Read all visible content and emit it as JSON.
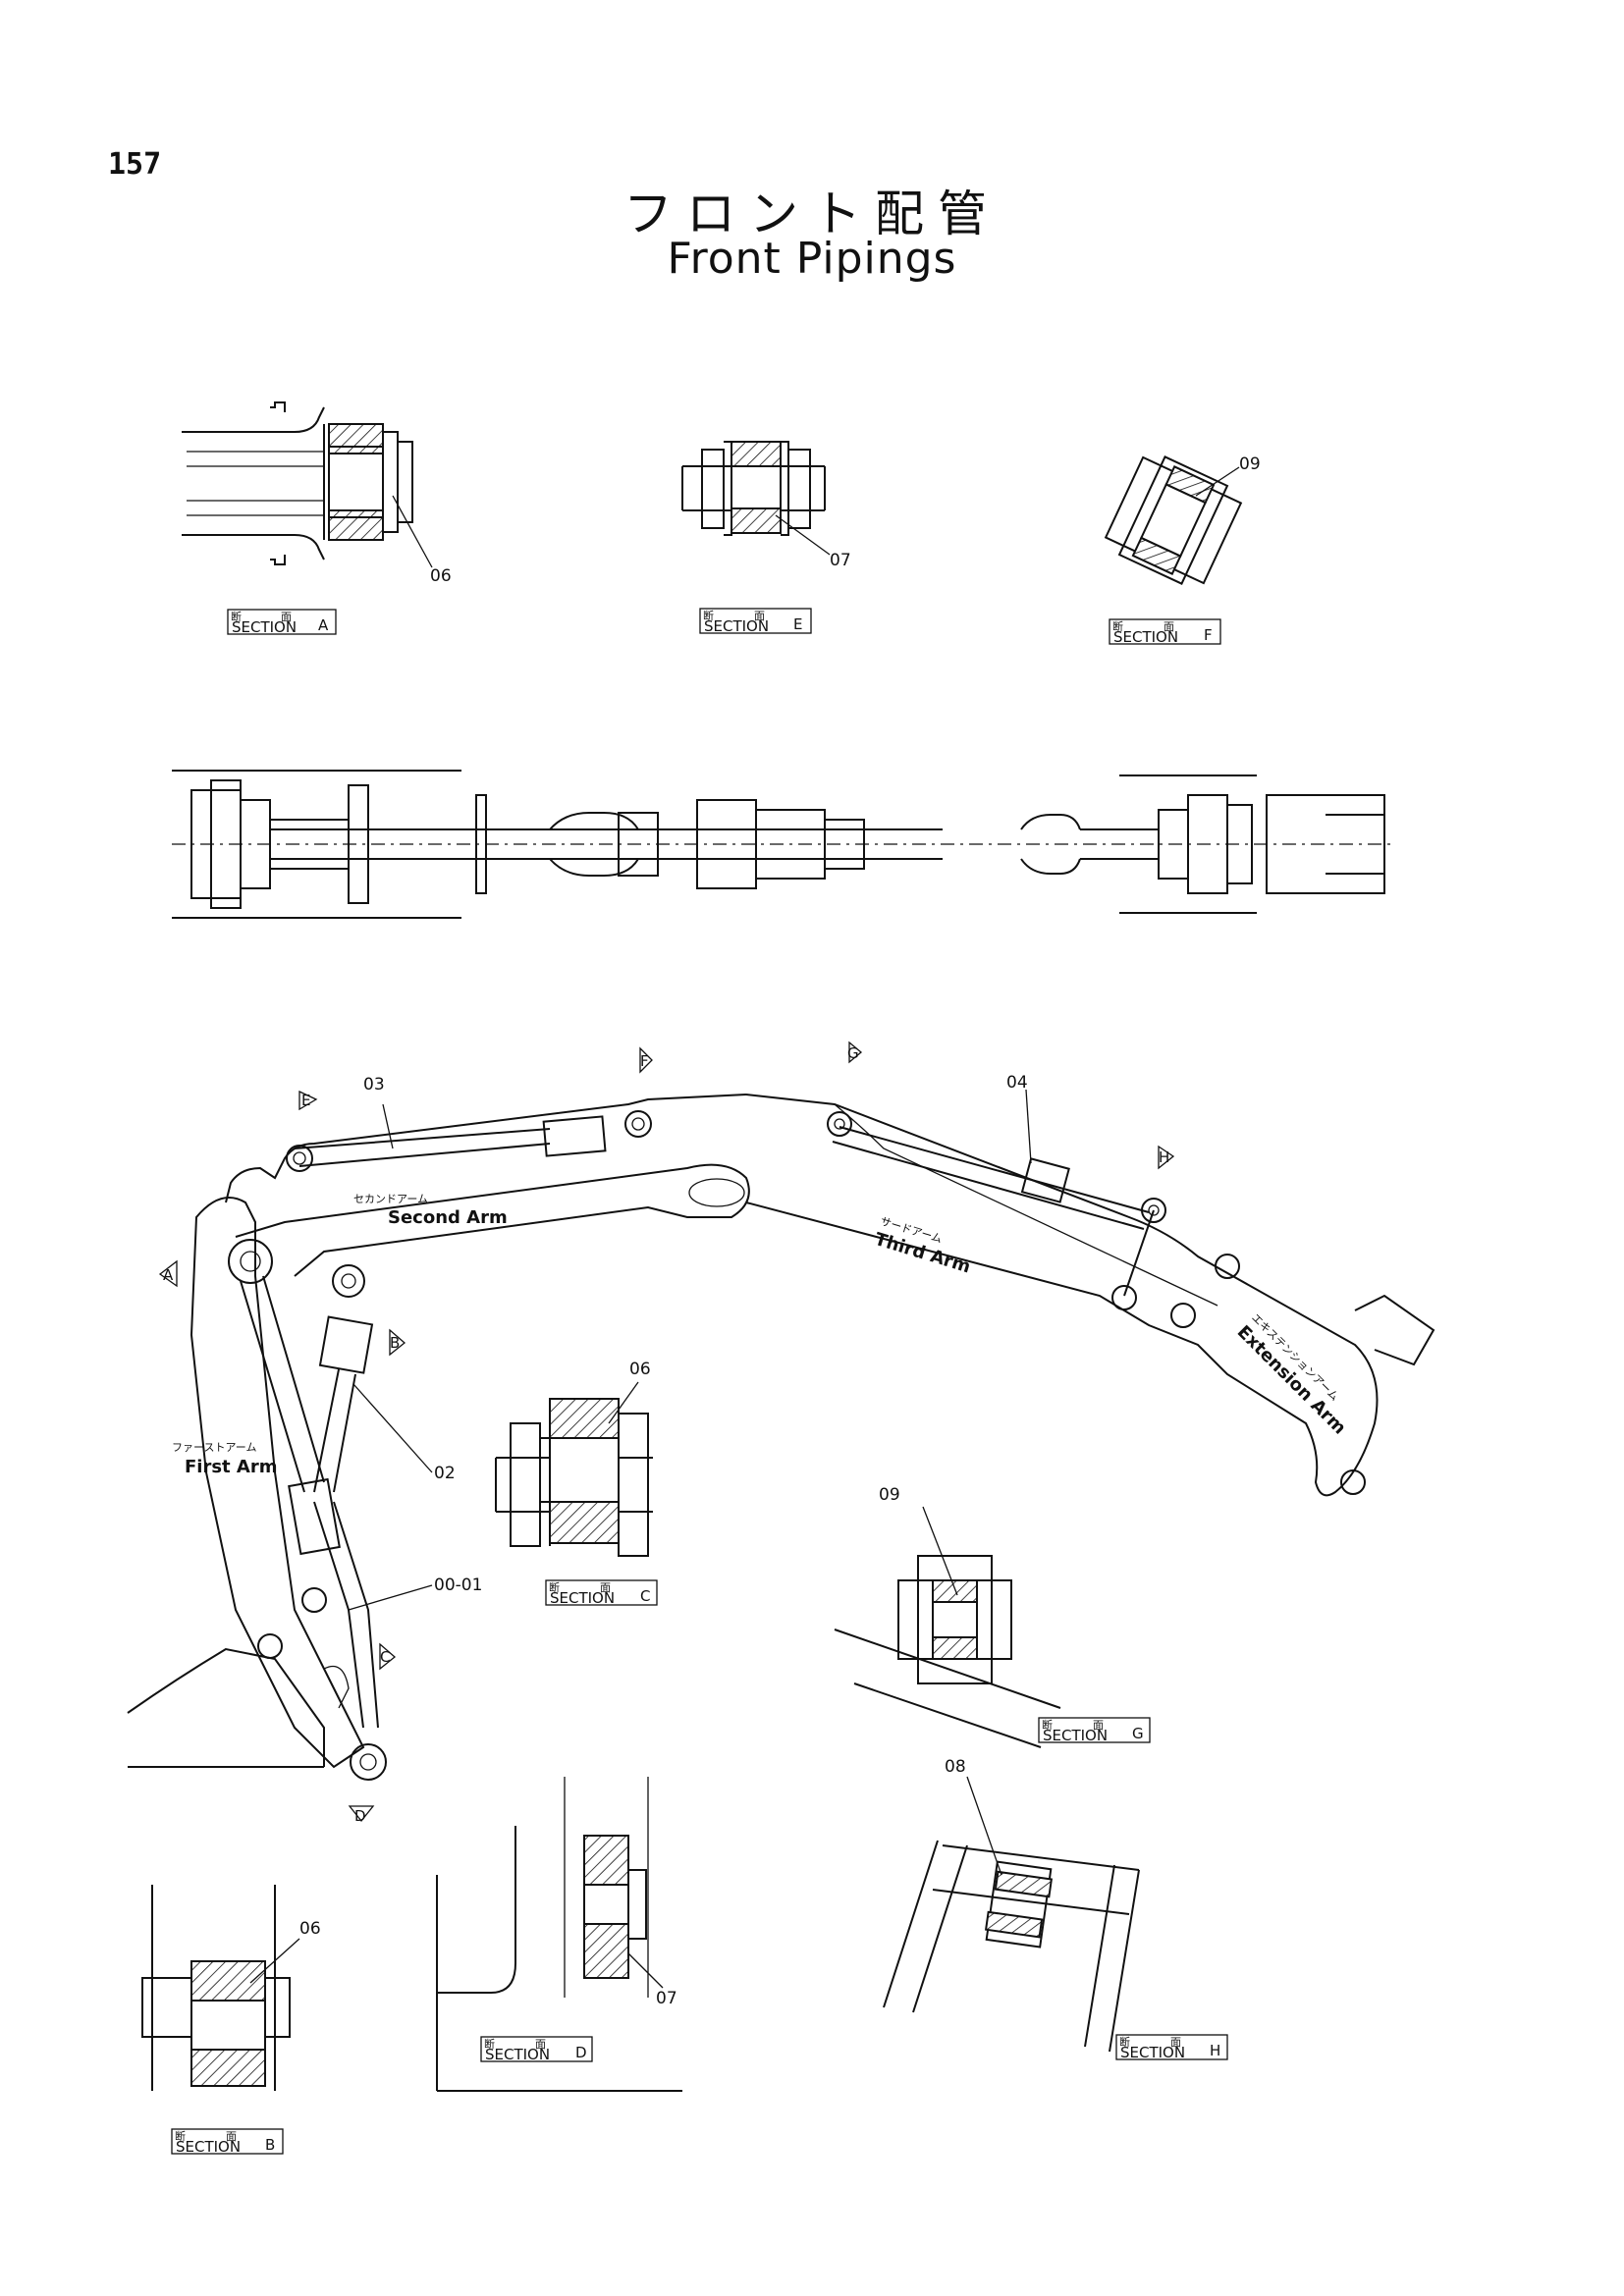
{
  "page_number": "157",
  "title_jp": "フロント配管",
  "title_en": "Front Pipings",
  "section_word": "SECTION",
  "section_kanji": [
    "断",
    "面"
  ],
  "sections": {
    "A": {
      "letter": "A",
      "part": "06"
    },
    "E": {
      "letter": "E",
      "part": "07"
    },
    "F": {
      "letter": "F",
      "part": "09"
    },
    "C": {
      "letter": "C",
      "part": "06"
    },
    "G": {
      "letter": "G",
      "part": "09"
    },
    "B": {
      "letter": "B",
      "part": "06"
    },
    "D": {
      "letter": "D",
      "part": "07"
    },
    "H": {
      "letter": "H",
      "part": "08"
    }
  },
  "arms": {
    "second": {
      "jp": "セカンドアーム",
      "en": "Second Arm"
    },
    "third": {
      "jp": "サードアーム",
      "en": "Third Arm"
    },
    "extension": {
      "jp": "エキステンションアーム",
      "en": "Extension Arm"
    },
    "first": {
      "jp": "ファーストアーム",
      "en": "First Arm"
    }
  },
  "parts": {
    "p03": "03",
    "p04": "04",
    "p02": "02",
    "p0001": "00-01"
  },
  "markers": [
    "A",
    "B",
    "C",
    "D",
    "E",
    "F",
    "G",
    "H"
  ]
}
